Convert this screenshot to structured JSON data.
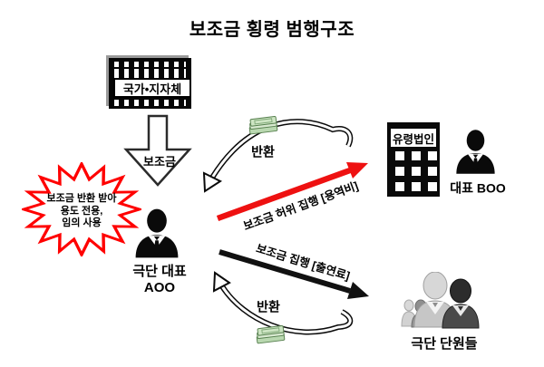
{
  "title": "보조금 횡령 범행구조",
  "nodes": {
    "government": {
      "label": "국가•지자체"
    },
    "subsidy_flow": {
      "label": "보조금"
    },
    "note": {
      "lines": {
        "0": "보조금 반환 받아",
        "1": "용도 전용,",
        "2": "임의 사용"
      }
    },
    "director": {
      "role": "극단 대표",
      "name": "AOO"
    },
    "ghost_corp": {
      "label": "유령법인"
    },
    "ghost_ceo": {
      "label": "대표 BOO"
    },
    "members": {
      "label": "극단 단원들"
    }
  },
  "edges": {
    "return_upper": {
      "label": "반환"
    },
    "return_lower": {
      "label": "반환"
    },
    "false_execution": {
      "label": "보조금 허위 집행 [용역비]",
      "color": "#ee1111"
    },
    "execution": {
      "label": "보조금 집행 [출연료]",
      "color": "#111111"
    }
  }
}
